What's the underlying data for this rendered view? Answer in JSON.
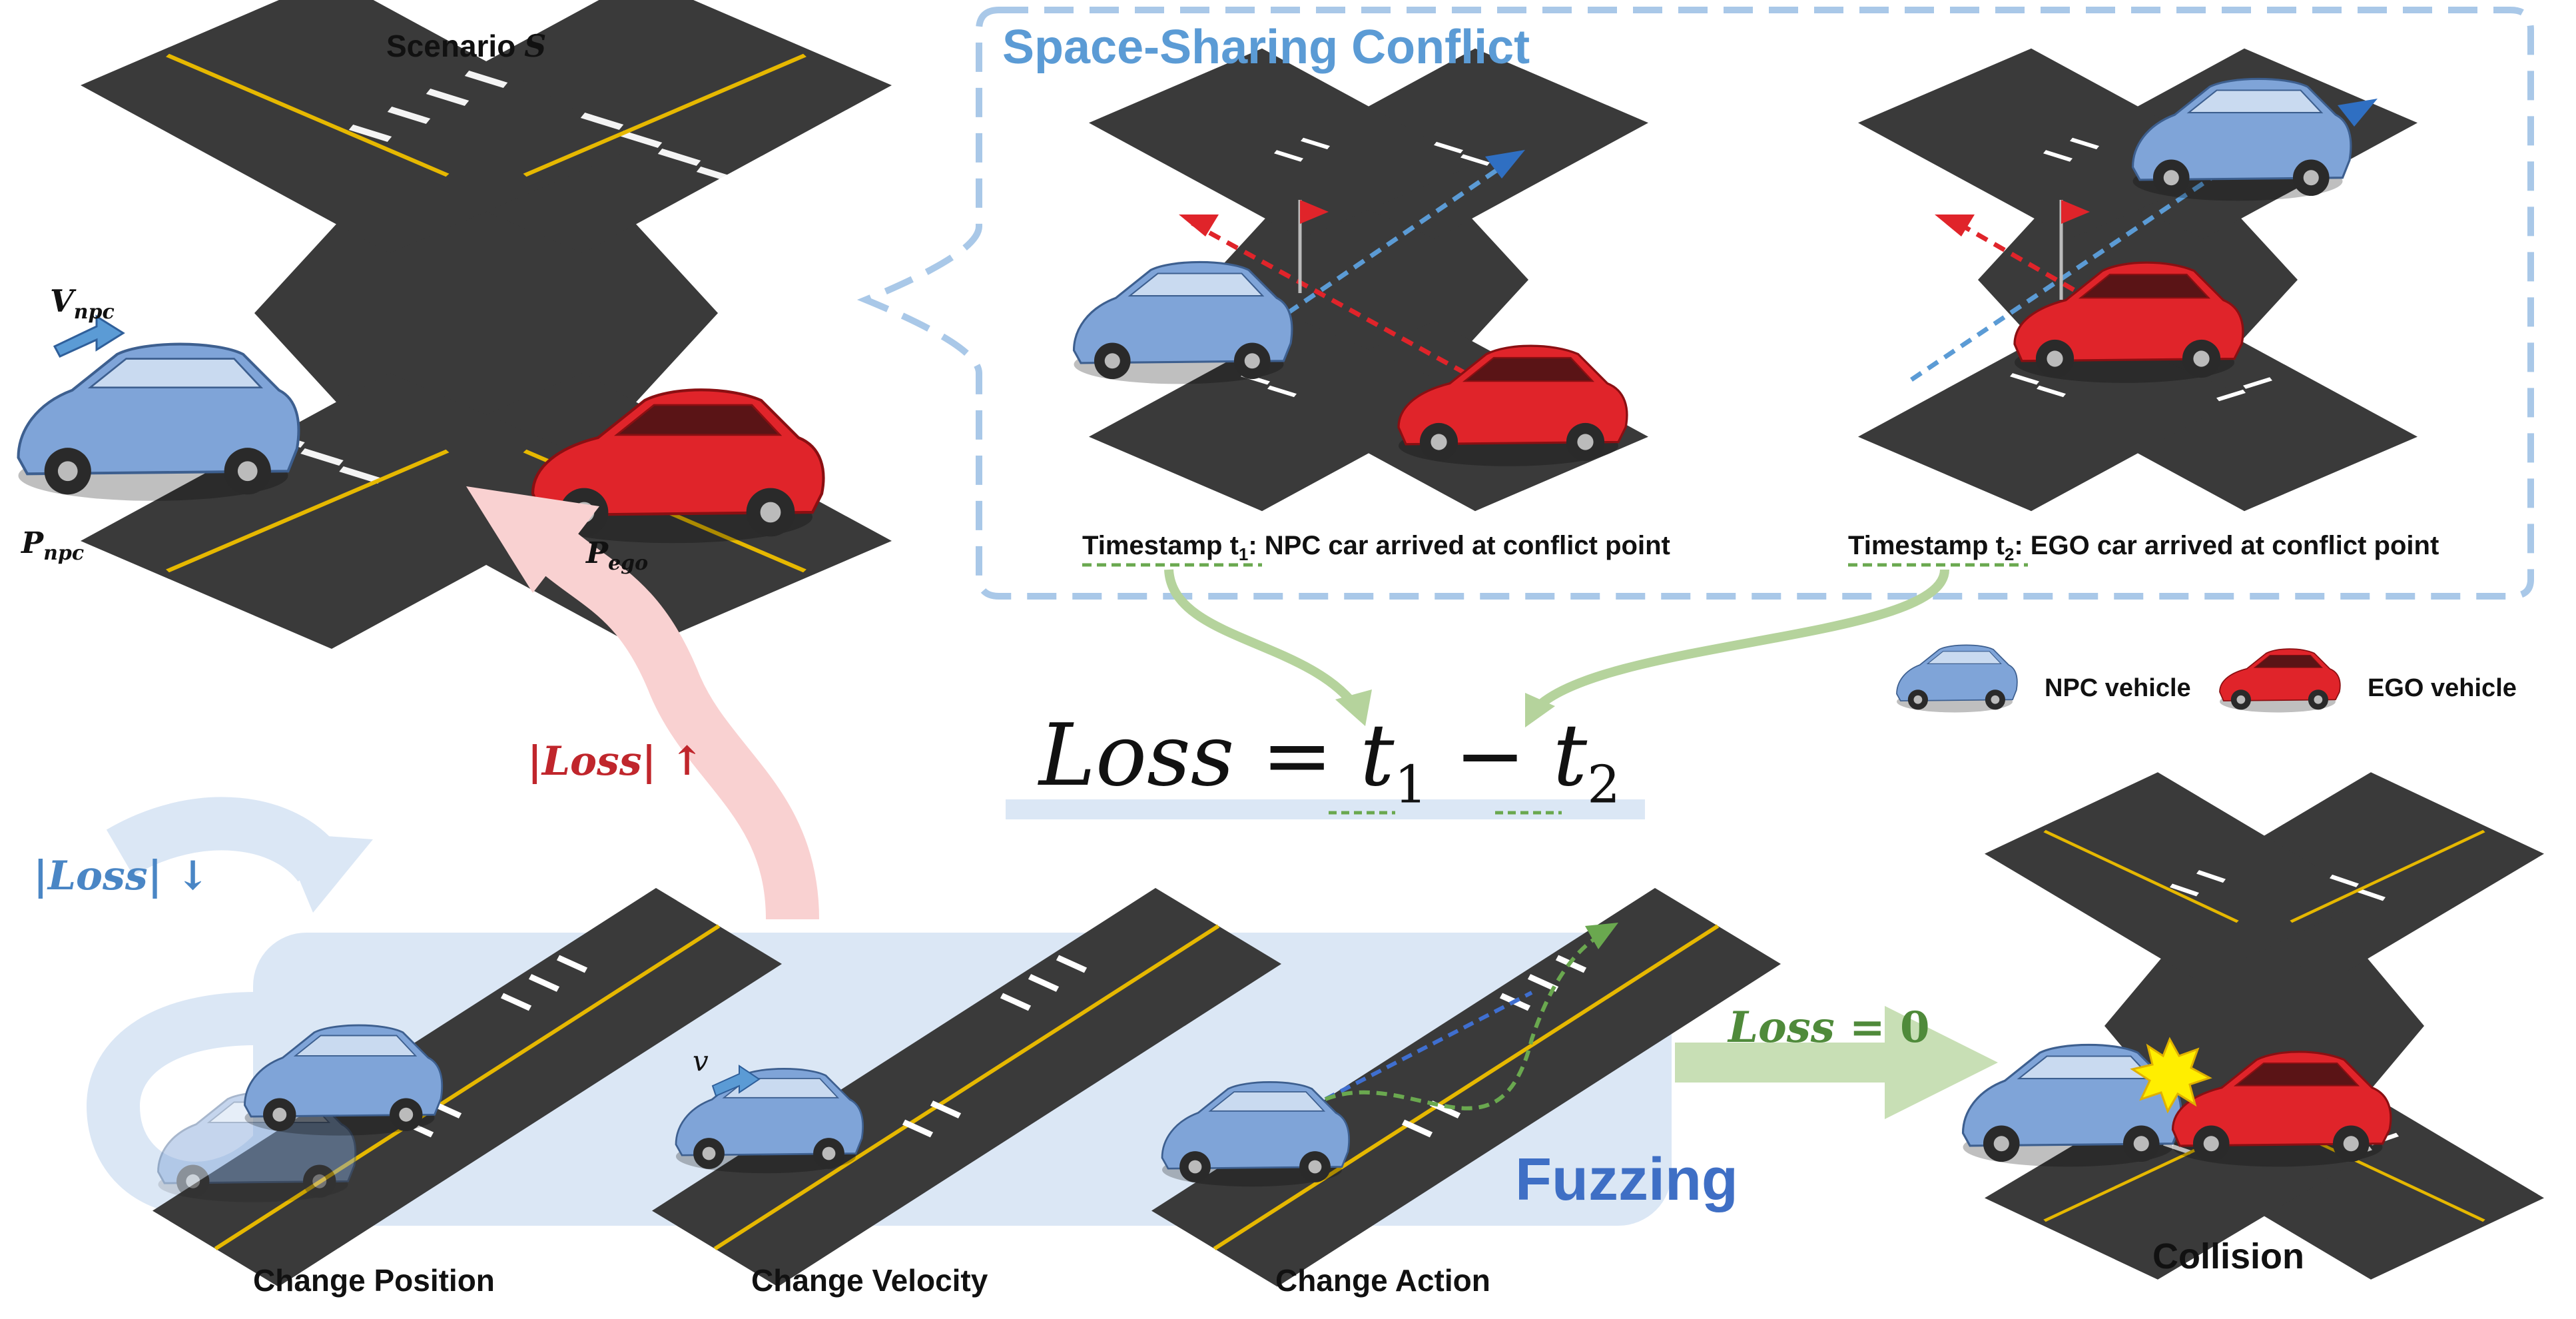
{
  "scenario": {
    "title": "Scenario",
    "symbol": "S",
    "v_npc_main": "V",
    "v_npc_sub": "npc",
    "p_npc_main": "P",
    "p_npc_sub": "npc",
    "p_ego_main": "P",
    "p_ego_sub": "ego"
  },
  "conflict": {
    "title": "Space-Sharing Conflict",
    "caption1": {
      "prefix": "Timestamp t",
      "sub": "1",
      "suffix": ": NPC car arrived at conflict point"
    },
    "caption2": {
      "prefix": "Timestamp t",
      "sub": "2",
      "suffix": ": EGO car arrived at conflict point"
    }
  },
  "legend": {
    "npc": "NPC vehicle",
    "ego": "EGO vehicle"
  },
  "loss_equation": {
    "lhs": "Loss",
    "eq": "=",
    "t": "t",
    "sub1": "1",
    "minus": "−",
    "sub2": "2"
  },
  "loss_up": {
    "label": "|Loss|",
    "arrow": "↑"
  },
  "loss_down": {
    "label": "|Loss|",
    "arrow": "↓"
  },
  "loss_zero": {
    "label": "Loss",
    "eq": "= 0"
  },
  "fuzzing": {
    "title": "Fuzzing",
    "v_label": "v",
    "steps": [
      "Change Position",
      "Change Velocity",
      "Change Action"
    ]
  },
  "collision": {
    "label": "Collision"
  },
  "colors": {
    "asphalt": "#3a3a3a",
    "lane_yellow": "#e6b800",
    "npc_blue": "#7fa4d8",
    "ego_red": "#e0242a",
    "conflict_blue": "#5b9bd5",
    "dashed_box": "#a9c8e8",
    "loss_red": "#c0262c",
    "loss_blue": "#4a86c5",
    "loss_green": "#4f8a3a",
    "arrow_green": "#b5d39c",
    "fuzz_bg": "#dbe7f5"
  }
}
